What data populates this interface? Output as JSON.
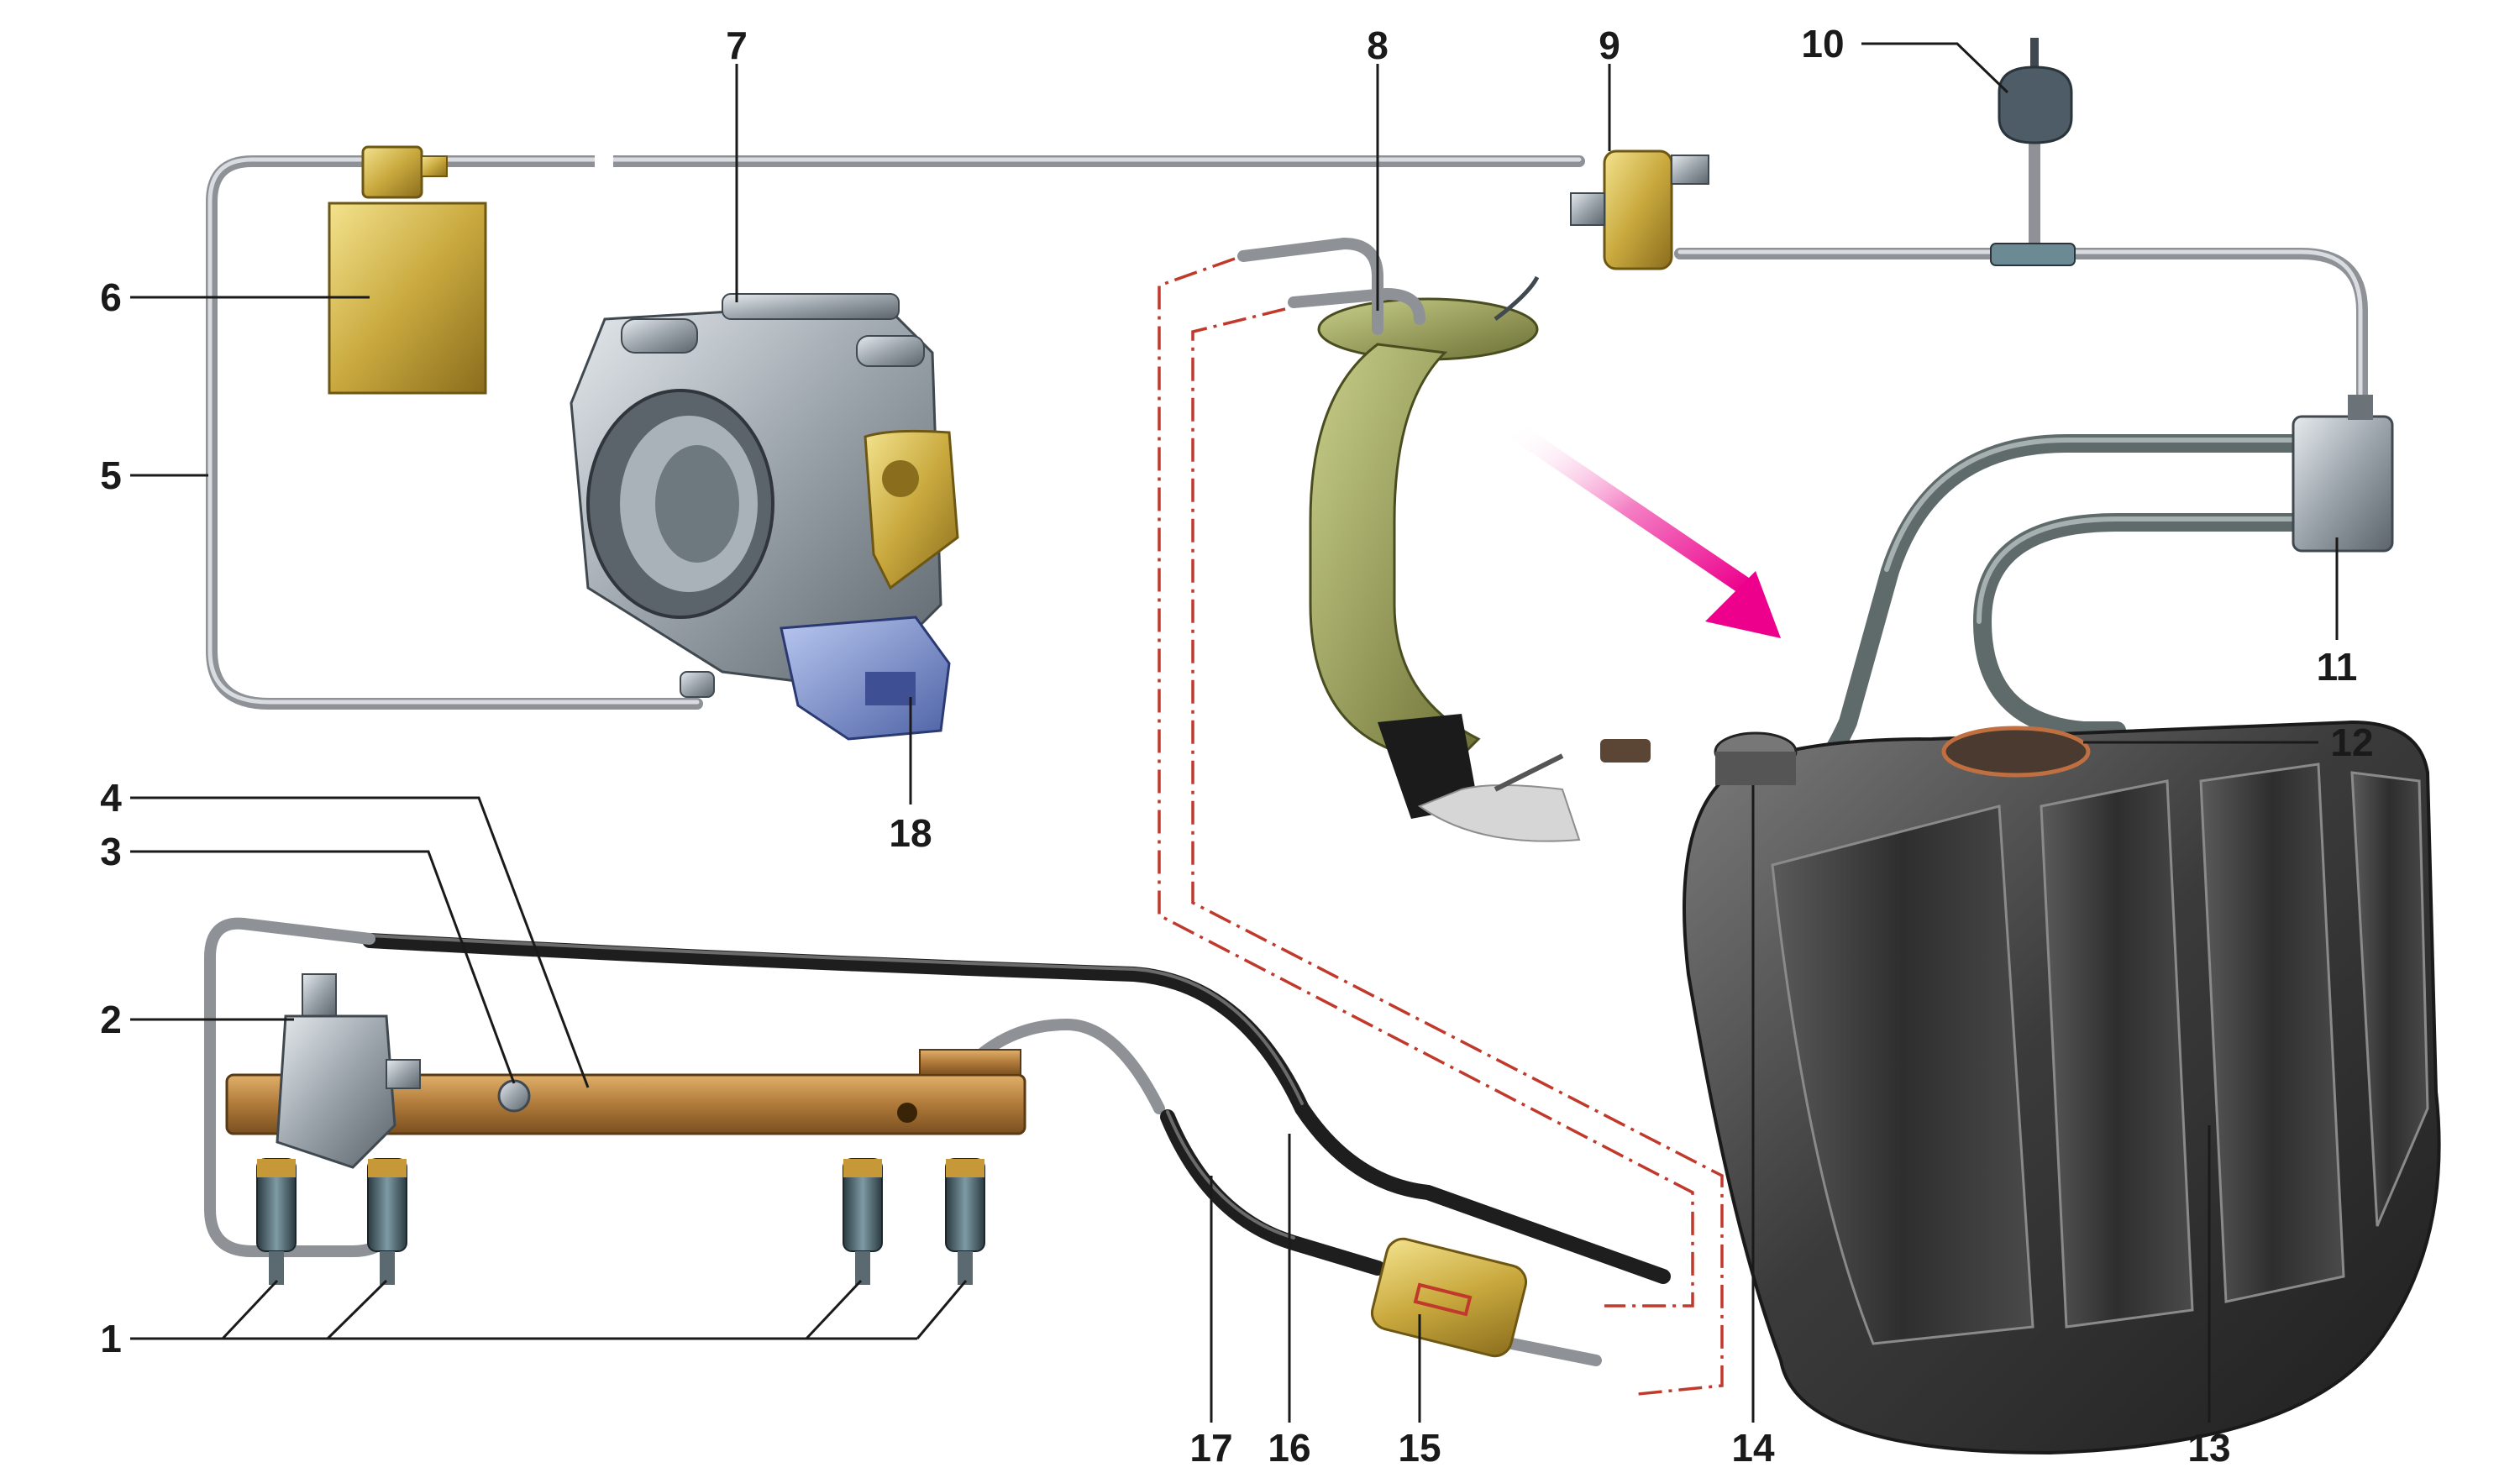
{
  "diagram": {
    "callouts": [
      {
        "id": "1",
        "label": "1"
      },
      {
        "id": "2",
        "label": "2"
      },
      {
        "id": "3",
        "label": "3"
      },
      {
        "id": "4",
        "label": "4"
      },
      {
        "id": "5",
        "label": "5"
      },
      {
        "id": "6",
        "label": "6"
      },
      {
        "id": "7",
        "label": "7"
      },
      {
        "id": "8",
        "label": "8"
      },
      {
        "id": "9",
        "label": "9"
      },
      {
        "id": "10",
        "label": "10"
      },
      {
        "id": "11",
        "label": "11"
      },
      {
        "id": "12",
        "label": "12"
      },
      {
        "id": "13",
        "label": "13"
      },
      {
        "id": "14",
        "label": "14"
      },
      {
        "id": "15",
        "label": "15"
      },
      {
        "id": "16",
        "label": "16"
      },
      {
        "id": "17",
        "label": "17"
      },
      {
        "id": "18",
        "label": "18"
      }
    ],
    "colors": {
      "brass": "#b89a3a",
      "brass_light": "#e8d27a",
      "rail": "#b07a3a",
      "steel": "#9aa3aa",
      "tank": "#3a3a3a",
      "arrow": "#ec008c",
      "return_line": "#c0392b",
      "hose": "#5f6a6a",
      "sensor": "#6f86c8"
    }
  }
}
